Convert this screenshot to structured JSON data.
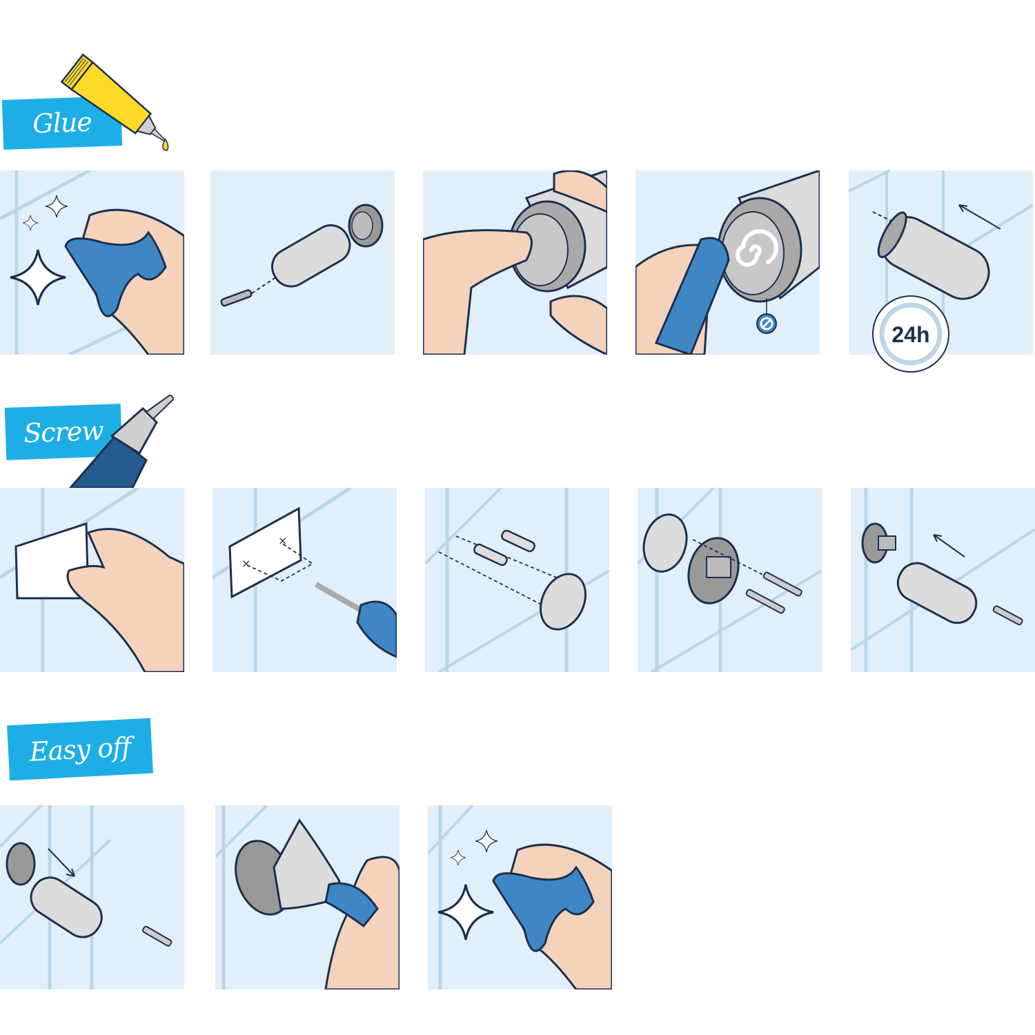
{
  "colors": {
    "label_bg": "#1eaee6",
    "label_text": "#ffffff",
    "panel_bg": "#e1effb",
    "tile_line": "#bcd6e8",
    "outline": "#1d2f4f",
    "skin": "#f4d2bc",
    "cloth": "#3e87c4",
    "metal": "#d9d9d9",
    "metal_dark": "#a9a9a9",
    "glue_yellow": "#ffd92a"
  },
  "sections": [
    {
      "id": "glue",
      "label": "Glue",
      "icon": "glue-tube-icon",
      "steps": [
        {
          "index": 1,
          "scene": "wipe-wall-clean",
          "icons": [
            "hand-icon",
            "cloth-icon",
            "sparkle-icon"
          ]
        },
        {
          "index": 2,
          "scene": "disassemble-holder",
          "icons": [
            "screw-icon",
            "holder-icon",
            "adapter-disc-icon"
          ]
        },
        {
          "index": 3,
          "scene": "peel-protective-film",
          "icons": [
            "hand-icon",
            "adapter-icon"
          ]
        },
        {
          "index": 4,
          "scene": "apply-glue-spiral",
          "icons": [
            "glue-tube-icon",
            "spiral-icon",
            "no-symbol-icon"
          ]
        },
        {
          "index": 5,
          "scene": "press-and-wait",
          "icons": [
            "holder-icon",
            "arrow-icon",
            "timer-icon"
          ],
          "badge": "24h"
        }
      ]
    },
    {
      "id": "screw",
      "label": "Screw",
      "icon": "drill-icon",
      "steps": [
        {
          "index": 1,
          "scene": "place-template",
          "icons": [
            "hand-icon",
            "paper-template-icon"
          ]
        },
        {
          "index": 2,
          "scene": "drill-holes",
          "icons": [
            "paper-template-icon",
            "drill-bit-icon"
          ]
        },
        {
          "index": 3,
          "scene": "insert-dowels",
          "icons": [
            "dowel-icon",
            "plate-icon"
          ]
        },
        {
          "index": 4,
          "scene": "screw-mount",
          "icons": [
            "plate-icon",
            "mount-icon",
            "screw-icon"
          ]
        },
        {
          "index": 5,
          "scene": "attach-holder",
          "icons": [
            "mount-icon",
            "holder-icon",
            "arrow-icon",
            "screw-icon"
          ]
        }
      ]
    },
    {
      "id": "easy-off",
      "label": "Easy off",
      "icon": "",
      "steps": [
        {
          "index": 1,
          "scene": "remove-holder",
          "icons": [
            "adapter-disc-icon",
            "holder-icon",
            "arrow-icon",
            "screw-icon"
          ]
        },
        {
          "index": 2,
          "scene": "scrape-adapter",
          "icons": [
            "adapter-disc-icon",
            "scraper-icon",
            "hand-icon"
          ]
        },
        {
          "index": 3,
          "scene": "wipe-clean",
          "icons": [
            "hand-icon",
            "cloth-icon",
            "sparkle-icon"
          ]
        }
      ]
    }
  ]
}
